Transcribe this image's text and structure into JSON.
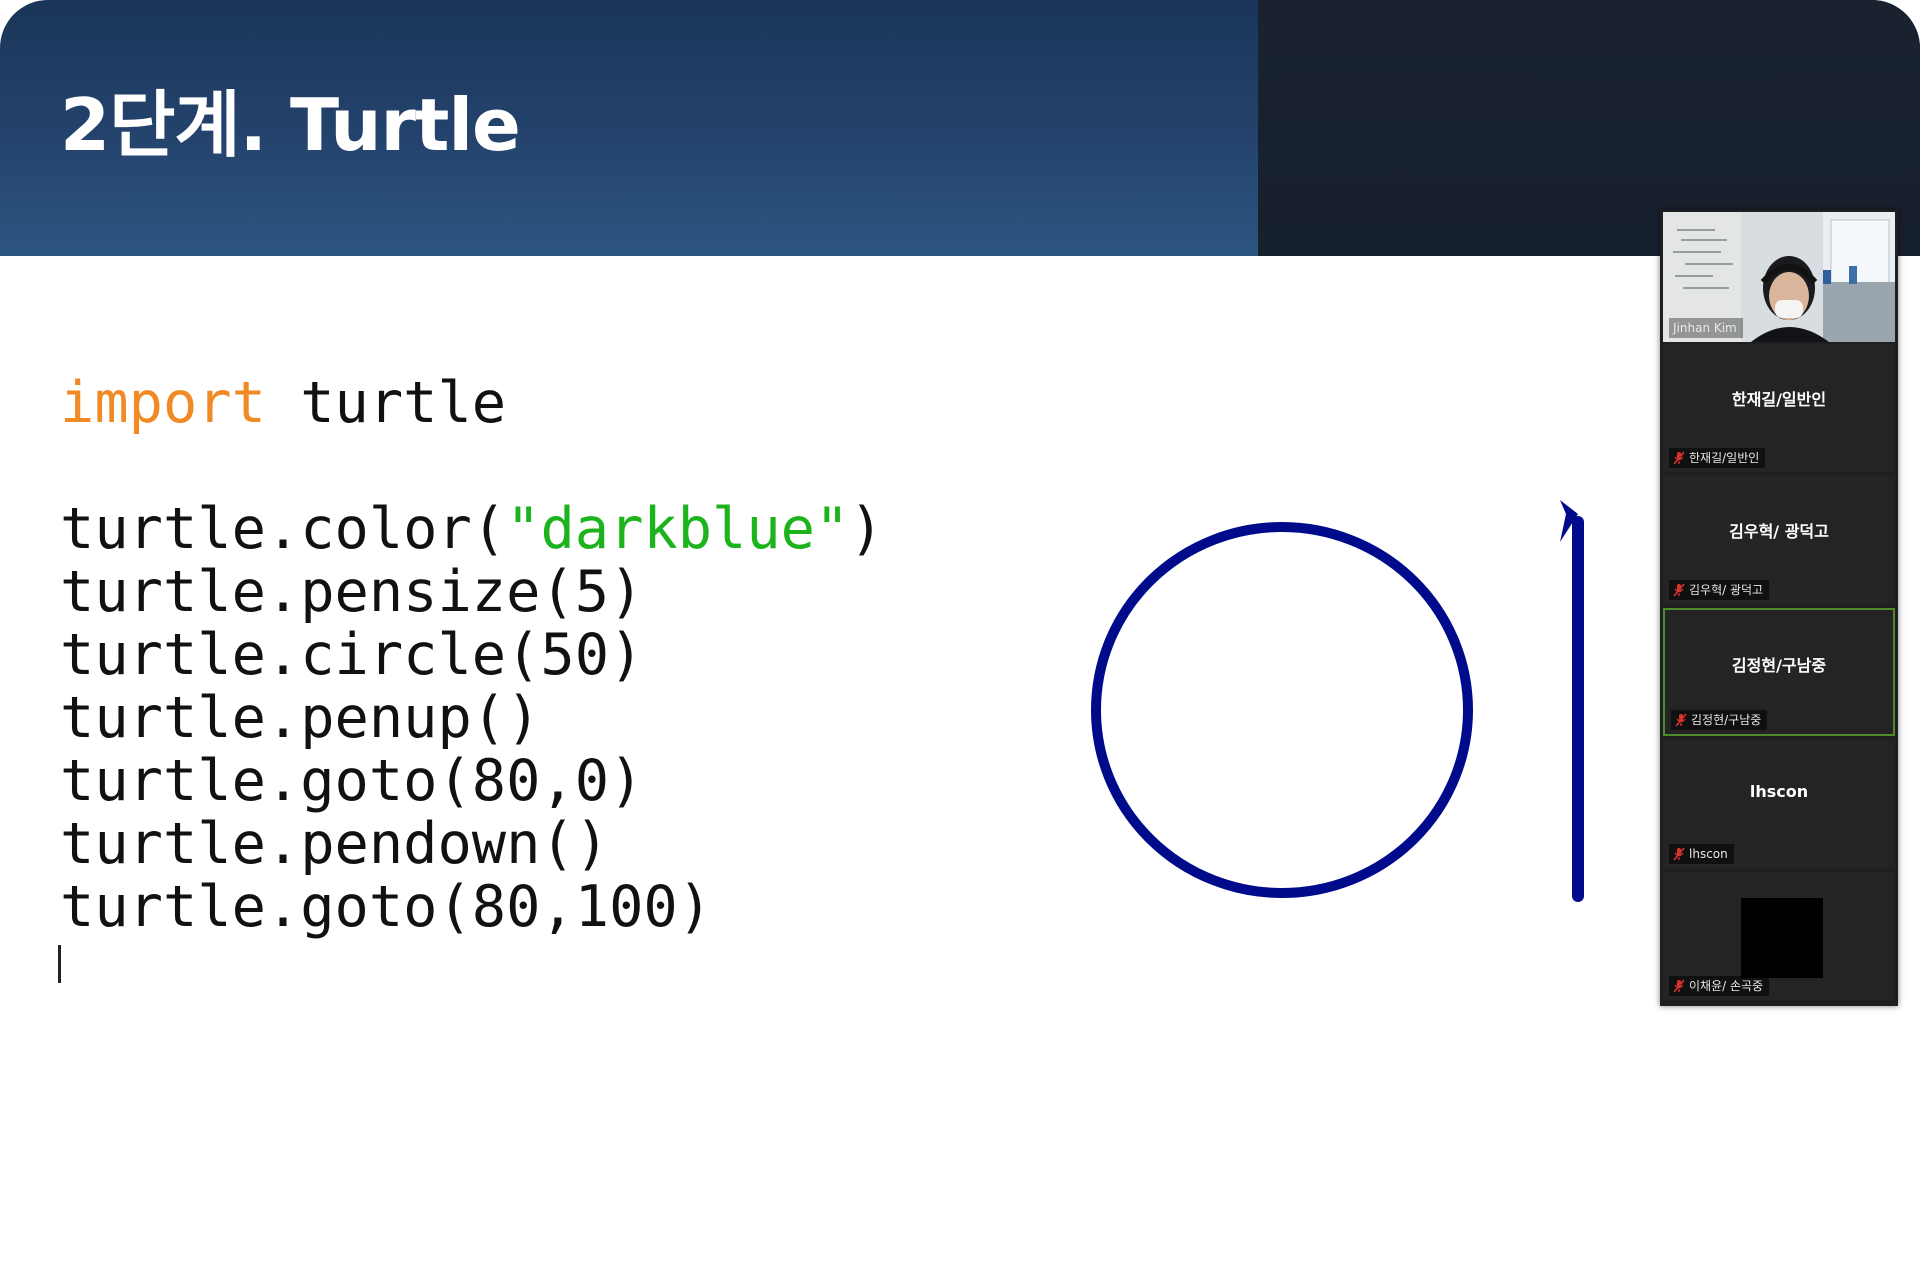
{
  "slide": {
    "title": "2단계. Turtle",
    "code_lines": [
      [
        {
          "t": "import",
          "c": "kw"
        },
        {
          "t": " turtle",
          "c": ""
        }
      ],
      [],
      [
        {
          "t": "turtle.color(",
          "c": ""
        },
        {
          "t": "\"darkblue\"",
          "c": "str"
        },
        {
          "t": ")",
          "c": ""
        }
      ],
      [
        {
          "t": "turtle.pensize(5)",
          "c": ""
        }
      ],
      [
        {
          "t": "turtle.circle(50)",
          "c": ""
        }
      ],
      [
        {
          "t": "turtle.penup()",
          "c": ""
        }
      ],
      [
        {
          "t": "turtle.goto(80,0)",
          "c": ""
        }
      ],
      [
        {
          "t": "turtle.pendown()",
          "c": ""
        }
      ],
      [
        {
          "t": "turtle.goto(80,100)",
          "c": ""
        }
      ]
    ],
    "drawing": {
      "pen_color": "#000b8c",
      "pen_width": 10,
      "shapes": [
        "circle",
        "vertical-line"
      ],
      "icons": [
        "turtle-cursor-arrow-icon"
      ]
    }
  },
  "colors": {
    "header_blue": "#23426b",
    "header_dark": "#17202d",
    "keyword": "#f08a25",
    "string": "#1db31d",
    "active_speaker_border": "#4f8a2a",
    "mute_icon": "#d9332b"
  },
  "participants": [
    {
      "name": "Jinhan Kim",
      "has_video": true,
      "muted": false
    },
    {
      "name": "한재길/일반인",
      "label": "한재길/일반인",
      "muted": true
    },
    {
      "name": "김우혁/ 광덕고",
      "label": "김우혁/ 광덕고",
      "muted": true
    },
    {
      "name": "김정현/구남중",
      "label": "김정현/구남중",
      "muted": true,
      "active": true
    },
    {
      "name": "lhscon",
      "label": "lhscon",
      "muted": true
    },
    {
      "name": "",
      "label": "이채윤/ 손곡중",
      "muted": true,
      "black_video": true
    }
  ]
}
